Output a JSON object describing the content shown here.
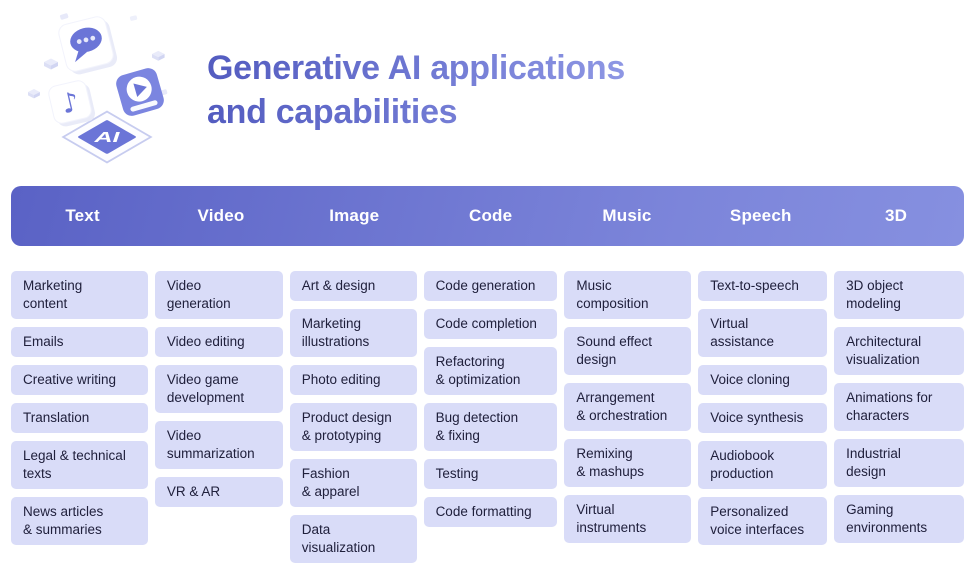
{
  "title": {
    "text": "Generative AI applications\nand capabilities"
  },
  "illustration": {
    "ai_label": "AI"
  },
  "columns": [
    {
      "category": "Text",
      "items": [
        "Marketing\ncontent",
        "Emails",
        "Creative writing",
        "Translation",
        "Legal & technical\ntexts",
        "News articles\n& summaries"
      ]
    },
    {
      "category": "Video",
      "items": [
        "Video\ngeneration",
        "Video editing",
        "Video game\ndevelopment",
        "Video\nsummarization",
        "VR & AR"
      ]
    },
    {
      "category": "Image",
      "items": [
        "Art & design",
        "Marketing\nillustrations",
        "Photo editing",
        "Product design\n& prototyping",
        "Fashion\n& apparel",
        "Data\nvisualization"
      ]
    },
    {
      "category": "Code",
      "items": [
        "Code generation",
        "Code completion",
        "Refactoring\n& optimization",
        "Bug detection\n& fixing",
        "Testing",
        "Code formatting"
      ]
    },
    {
      "category": "Music",
      "items": [
        "Music\ncomposition",
        "Sound effect\ndesign",
        "Arrangement\n& orchestration",
        "Remixing\n& mashups",
        "Virtual\ninstruments"
      ]
    },
    {
      "category": "Speech",
      "items": [
        "Text-to-speech",
        "Virtual\nassistance",
        "Voice cloning",
        "Voice synthesis",
        "Audiobook\nproduction",
        "Personalized\nvoice interfaces"
      ]
    },
    {
      "category": "3D",
      "items": [
        "3D object\nmodeling",
        "Architectural\nvisualization",
        "Animations for\ncharacters",
        "Industrial\ndesign",
        "Gaming\nenvironments"
      ]
    }
  ],
  "colors": {
    "band_gradient_start": "#5a62c5",
    "band_gradient_end": "#8690e0",
    "box_fill": "#d9dcf8",
    "box_text": "#20203c",
    "title_dark": "#535cc0",
    "title_light": "#8e97e4",
    "illustration_purple": "#6b75d7"
  }
}
